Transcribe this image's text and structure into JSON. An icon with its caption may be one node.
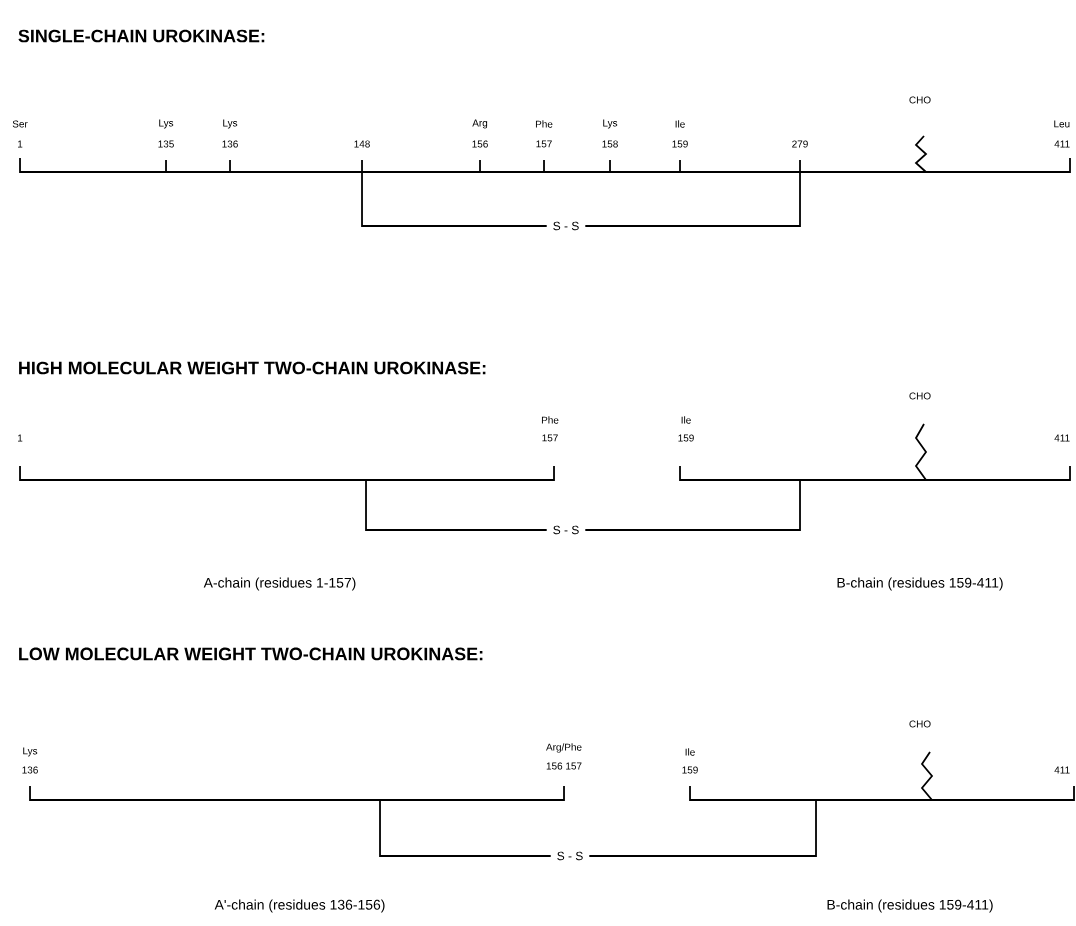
{
  "diagram": {
    "labels": [
      "SINGLE-CHAIN UROKINASE:",
      "CHO",
      "Ser",
      "Lys",
      "Lys",
      "Arg",
      "Phe",
      "Lys",
      "Ile",
      "Leu",
      "1",
      "135",
      "136",
      "148",
      "156",
      "157",
      "158",
      "159",
      "279",
      "411",
      "S - S",
      "HIGH MOLECULAR WEIGHT TWO-CHAIN UROKINASE:",
      "CHO",
      "Phe",
      "Ile",
      "1",
      "157",
      "159",
      "411",
      "S - S",
      "A-chain (residues 1-157)",
      "B-chain (residues 159-411)",
      "LOW MOLECULAR WEIGHT TWO-CHAIN UROKINASE:",
      "CHO",
      "Lys",
      "Arg/Phe",
      "Ile",
      "136",
      "156 157",
      "159",
      "411",
      "S - S",
      "A'-chain (residues 136-156)",
      "B-chain (residues 159-411)"
    ]
  }
}
